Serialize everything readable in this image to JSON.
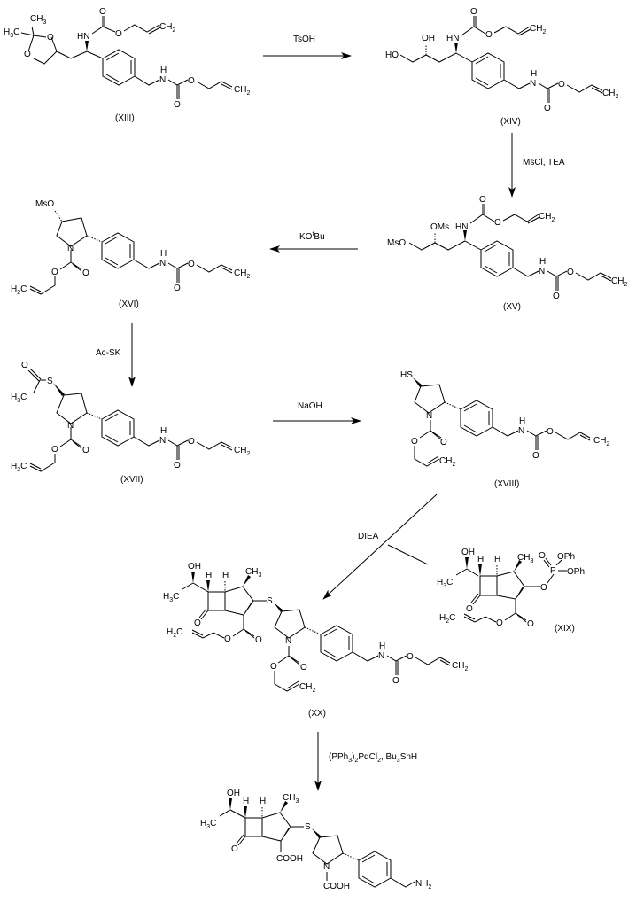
{
  "scheme": {
    "compounds": [
      {
        "id": "XIII",
        "label": "(XIII)"
      },
      {
        "id": "XIV",
        "label": "(XIV)"
      },
      {
        "id": "XV",
        "label": "(XV)"
      },
      {
        "id": "XVI",
        "label": "(XVI)"
      },
      {
        "id": "XVII",
        "label": "(XVII)"
      },
      {
        "id": "XVIII",
        "label": "(XVIII)"
      },
      {
        "id": "XIX",
        "label": "(XIX)"
      },
      {
        "id": "XX",
        "label": "(XX)"
      }
    ],
    "reagents": {
      "step1": "TsOH",
      "step2": "MsCl, TEA",
      "step3": "KO",
      "step3_sup": "t",
      "step3_tail": "Bu",
      "step4": "Ac-SK",
      "step5": "NaOH",
      "step6": "DIEA",
      "step7_a": "(PPh",
      "step7_b": "3",
      "step7_c": ")",
      "step7_d": "2",
      "step7_e": "PdCl",
      "step7_f": "2",
      "step7_g": ", Bu",
      "step7_h": "3",
      "step7_i": "SnH"
    },
    "atoms": {
      "H3C": "H",
      "H3C_3": "3",
      "H3C_C": "C",
      "CH3_C": "CH",
      "CH3_3": "3",
      "O": "O",
      "HN": "HN",
      "H": "H",
      "N": "N",
      "CH2": "CH",
      "CH2_2": "2",
      "H2C_H": "H",
      "H2C_2": "2",
      "H2C_C": "C",
      "OH": "OH",
      "HO": "HO",
      "MsO": "MsO",
      "OMs": "OMs",
      "S": "S",
      "HS": "HS",
      "P": "P",
      "OPh": "OPh",
      "COOH": "COOH",
      "NH2": "NH",
      "NH2_2": "2"
    }
  }
}
